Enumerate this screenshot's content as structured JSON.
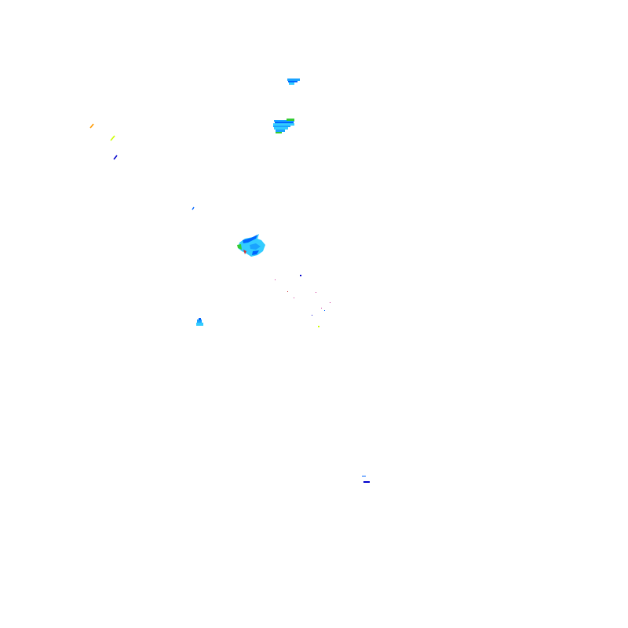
{
  "layer": {
    "type": "precipitation-echoes",
    "background": "#ffffff",
    "palette": {
      "light": "#33ccff",
      "moderate_light": "#1aa3ff",
      "moderate": "#0066ff",
      "heavy": "#0000cc",
      "green": "#33cc33",
      "yellow": "#ccff00",
      "orange": "#ff9900",
      "red": "#cc3333",
      "magenta": "#cc3399"
    }
  },
  "echo_cells": [
    {
      "name": "echo-cell-north",
      "intensity": "moderate"
    },
    {
      "name": "echo-cell-north-large",
      "intensity": "moderate"
    },
    {
      "name": "echo-cell-center",
      "intensity": "moderate"
    },
    {
      "name": "echo-cell-southwest",
      "intensity": "light"
    },
    {
      "name": "echo-cell-south",
      "intensity": "heavy"
    }
  ],
  "streaks": [
    {
      "name": "streak-orange",
      "color": "orange"
    },
    {
      "name": "streak-yellow",
      "color": "yellow"
    },
    {
      "name": "streak-dark-blue",
      "color": "heavy"
    },
    {
      "name": "streak-small-blue",
      "color": "moderate"
    }
  ]
}
